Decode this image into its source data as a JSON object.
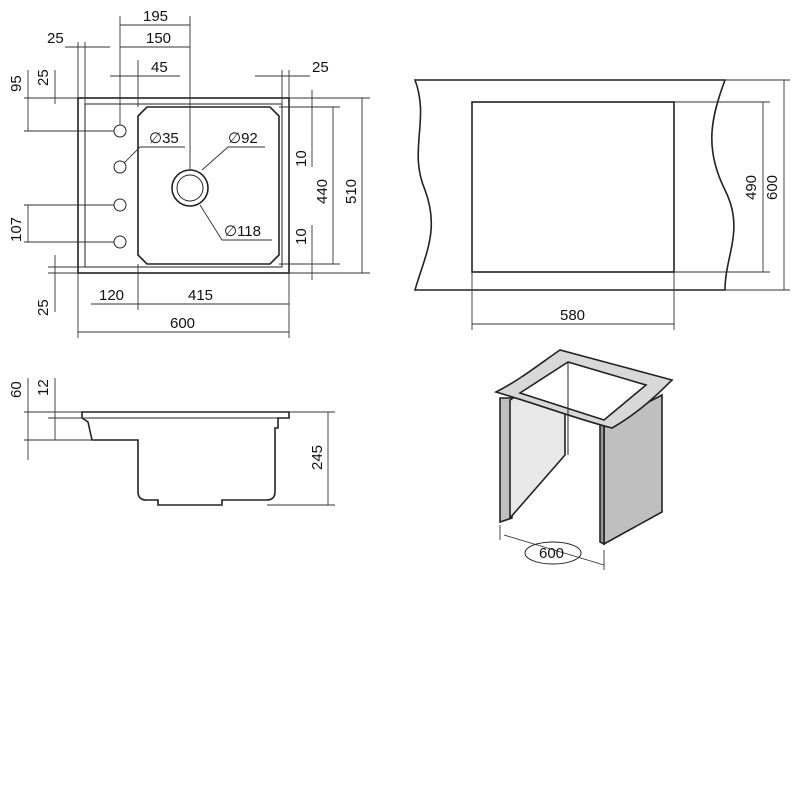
{
  "drawing": {
    "top_view": {
      "dims": {
        "d195": "195",
        "d150": "150",
        "d25_top": "25",
        "d45": "45",
        "d25_right": "25",
        "d95": "95",
        "d25_left": "25",
        "d107": "107",
        "d25_bottom": "25",
        "d10_top": "10",
        "d10_bottom": "10",
        "d440": "440",
        "d510": "510",
        "d120": "120",
        "d415": "415",
        "d600": "600",
        "dia35": "∅35",
        "dia92": "∅92",
        "dia118": "∅118"
      }
    },
    "cabinet_front": {
      "dims": {
        "d490": "490",
        "d600": "600",
        "d580": "580"
      }
    },
    "side_section": {
      "dims": {
        "d60": "60",
        "d12": "12",
        "d245": "245"
      }
    },
    "cabinet_iso": {
      "dims": {
        "d600": "600"
      }
    }
  }
}
